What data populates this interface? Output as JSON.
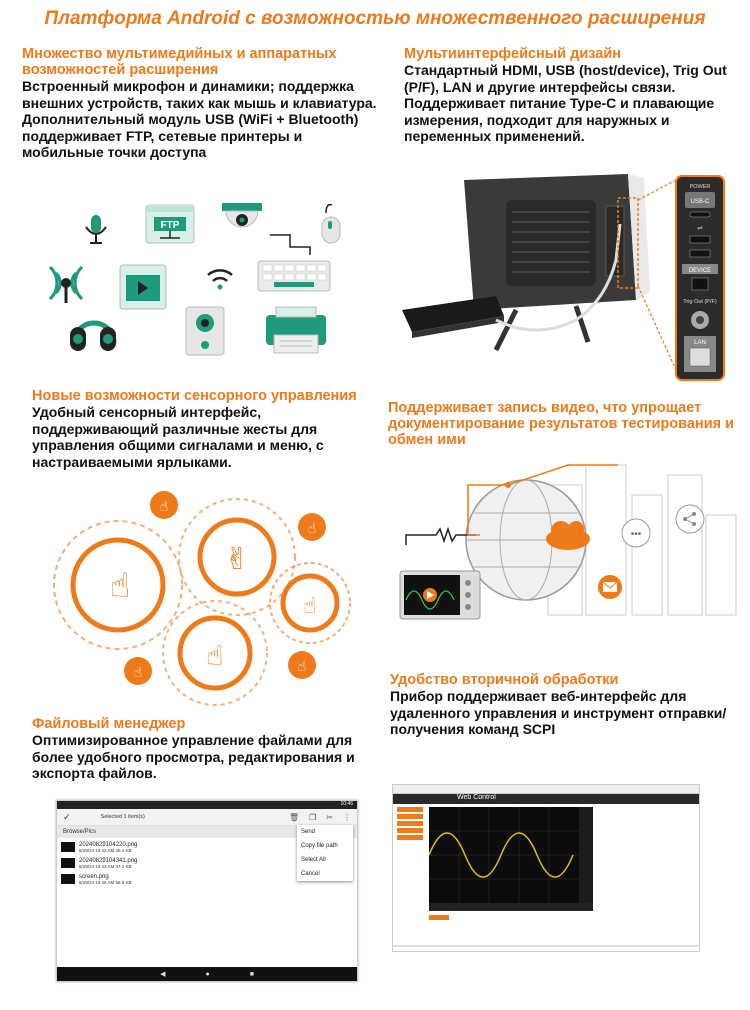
{
  "page_title": "Платформа Android с возможностью множественного расширения",
  "sections": {
    "multimedia": {
      "title": "Множество мультимедийных и аппаратных возможностей расширения",
      "body": "Встроенный микрофон и динамики; поддержка внешних устройств, таких как мышь и клавиатура. Дополнительный модуль USB (WiFi + Bluetooth) поддерживает FTP, сетевые принтеры и мобильные точки доступа"
    },
    "interface": {
      "title": "Мультиинтерфейсный дизайн",
      "body": "Стандартный HDMI, USB (host/device), Trig Out (P/F), LAN и другие интерфейсы связи. Поддерживает питание Type-C и плавающие измерения, подходит для наружных и переменных применений."
    },
    "touch": {
      "title": "Новые возможности сенсорного управления",
      "body": "Удобный сенсорный интерфейс, поддерживающий различные жесты для управления общими сигналами и меню, с настраиваемыми ярлыками."
    },
    "video": {
      "title": "Поддерживает запись видео, что упрощает документирование результатов тестирования и обмен ими"
    },
    "filemanager": {
      "title": "Файловый менеджер",
      "body": "Оптимизированное управление файлами для более удобного просмотра, редактирования и экспорта файлов."
    },
    "secondary": {
      "title": "Удобство вторичной обработки",
      "body": "Прибор поддерживает веб-интерфейс для удаленного управления и инструмент отправки/получения команд SCPI"
    }
  },
  "icons": {
    "ftp_label": "FTP"
  },
  "ports": {
    "power": "POWER",
    "usbc": "USB-C",
    "device": "DEVICE",
    "trig": "Trig Out (P/F)",
    "lan": "LAN"
  },
  "filemanager_ui": {
    "time": "10:46",
    "selected": "Selected 1 item(s)",
    "path": "Browse/Pics",
    "menu": [
      "Send",
      "Copy file path",
      "Select All",
      "Cancel"
    ],
    "files": [
      {
        "name": "20240829104220.png",
        "meta": "8/29/24 10:42 AM   46.4 KB"
      },
      {
        "name": "20240829104341.png",
        "meta": "8/29/24 10:43 AM   47.1 KB"
      },
      {
        "name": "screen.png",
        "meta": "8/29/24 10:46 AM   56.8 KB"
      }
    ]
  },
  "webcontrol_ui": {
    "title": "Web Control"
  },
  "colors": {
    "accent": "#ee7a1a",
    "icon_green": "#1e9a7e"
  }
}
